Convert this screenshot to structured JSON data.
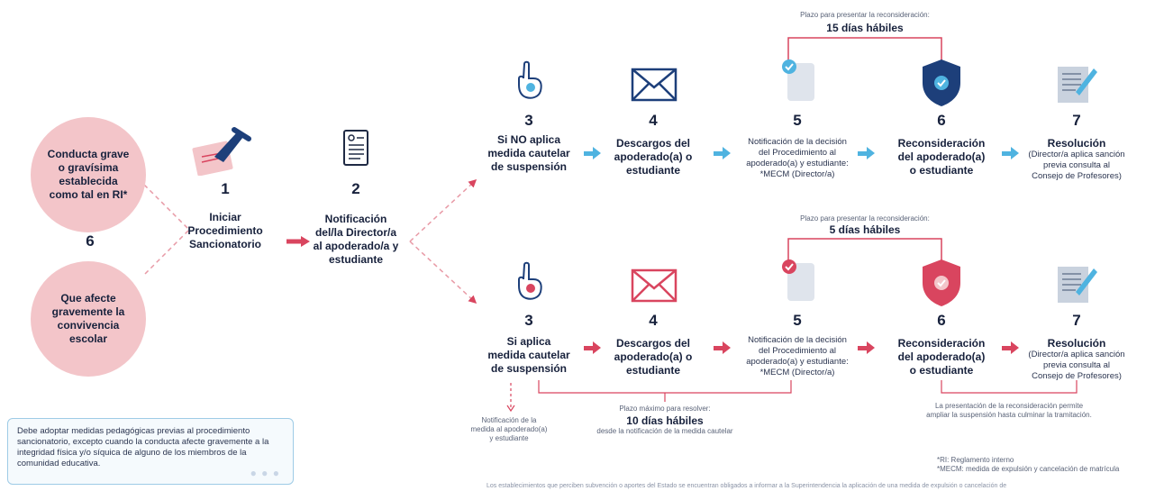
{
  "origin": {
    "top_circle": "Conducta grave\no gravísima\nestablecida\ncomo tal en RI*",
    "number": "6",
    "bottom_circle": "Que afecte\ngravemente la\nconvivencia\nescolar"
  },
  "step1": {
    "number": "1",
    "label": "Iniciar\nProcedimiento\nSancionatorio"
  },
  "step2": {
    "number": "2",
    "label": "Notificación\ndel/la Director/a\nal apoderado/a y\nestudiante"
  },
  "top_row": {
    "bracket_caption": "Plazo para presentar la reconsideración:",
    "bracket_value": "15 días hábiles",
    "s3": {
      "number": "3",
      "label": "Si NO aplica\nmedida cautelar\nde suspensión"
    },
    "s4": {
      "number": "4",
      "label": "Descargos del\napoderado(a) o\nestudiante"
    },
    "s5": {
      "number": "5",
      "label": "Notificación de la decisión\ndel Procedimiento al\napoderado(a) y estudiante:\n*MECM (Director/a)"
    },
    "s6": {
      "number": "6",
      "label": "Reconsideración\ndel apoderado(a)\no estudiante"
    },
    "s7": {
      "number": "7",
      "title": "Resolución",
      "label": "(Director/a aplica sanción\nprevia consulta al\nConsejo de Profesores)"
    }
  },
  "bottom_row": {
    "bracket_caption": "Plazo para presentar la reconsideración:",
    "bracket_value": "5 días hábiles",
    "s3": {
      "number": "3",
      "label": "Si aplica\nmedida cautelar\nde suspensión"
    },
    "s4": {
      "number": "4",
      "label": "Descargos del\napoderado(a) o\nestudiante"
    },
    "s5": {
      "number": "5",
      "label": "Notificación de la decisión\ndel Procedimiento al\napoderado(a) y estudiante:\n*MECM (Director/a)"
    },
    "s6": {
      "number": "6",
      "label": "Reconsideración\ndel apoderado(a)\no estudiante"
    },
    "s7": {
      "number": "7",
      "title": "Resolución",
      "label": "(Director/a aplica sanción\nprevia consulta al\nConsejo de Profesores)"
    },
    "cautelar_note": "Notificación de la\nmedida al apoderado(a)\ny estudiante",
    "plazo_caption": "Plazo máximo para resolver:",
    "plazo_value": "10 días hábiles",
    "plazo_sub": "desde la notificación de la medida cautelar",
    "reconsideracion_note": "La presentación de la reconsideración permite\nampliar la suspensión hasta culminar la tramitación."
  },
  "note_box": {
    "text": "Debe adoptar medidas pedagógicas previas al procedimiento sancionatorio, excepto cuando la conducta afecte gravemente a la integridad física y/o síquica de alguno de los miembros de la comunidad educativa."
  },
  "legend": {
    "ri": "*RI: Reglamento interno",
    "mecm": "*MECM: medida de expulsión y cancelación de matrícula"
  },
  "footnote": "Los establecimientos que perciben subvención o aportes del Estado se encuentran obligados a informar a la Superintendencia la aplicación de una medida de expulsión o cancelación de",
  "colors": {
    "pink": "#d9455f",
    "blue": "#4fb3e0",
    "navy": "#17213c",
    "circle": "#f3c5c9"
  }
}
